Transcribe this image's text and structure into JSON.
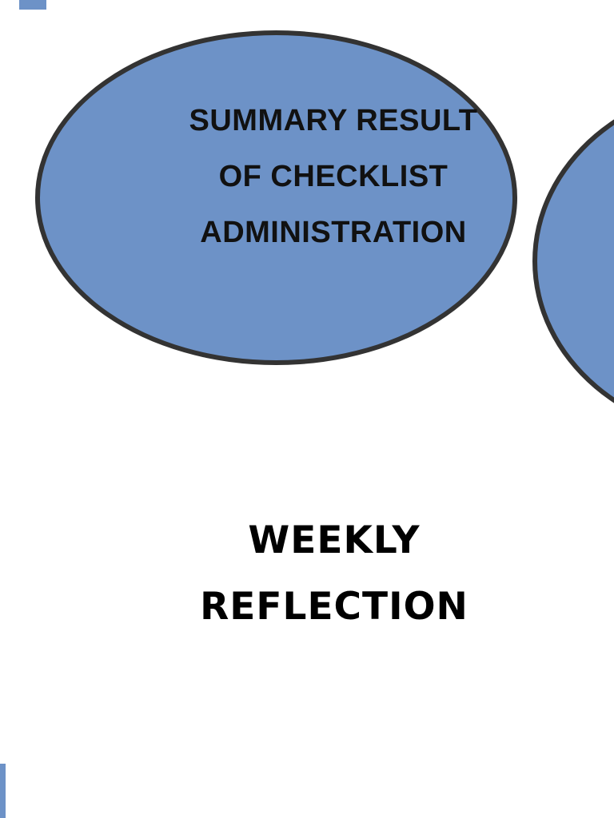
{
  "bubble": {
    "lines": [
      "SUMMARY RESULT",
      "OF CHECKLIST",
      "ADMINISTRATION"
    ],
    "fill_color": "#6d92c7",
    "border_color": "#333333",
    "text_color": "#111111"
  },
  "partial_bubble": {
    "fill_color": "#6d92c7",
    "border_color": "#333333"
  },
  "caption": {
    "lines": [
      "WEEKLY",
      "REFLECTION"
    ],
    "text_color": "#000000"
  },
  "page": {
    "background_color": "#ffffff",
    "edge_fragment_color": "#6d92c7"
  }
}
